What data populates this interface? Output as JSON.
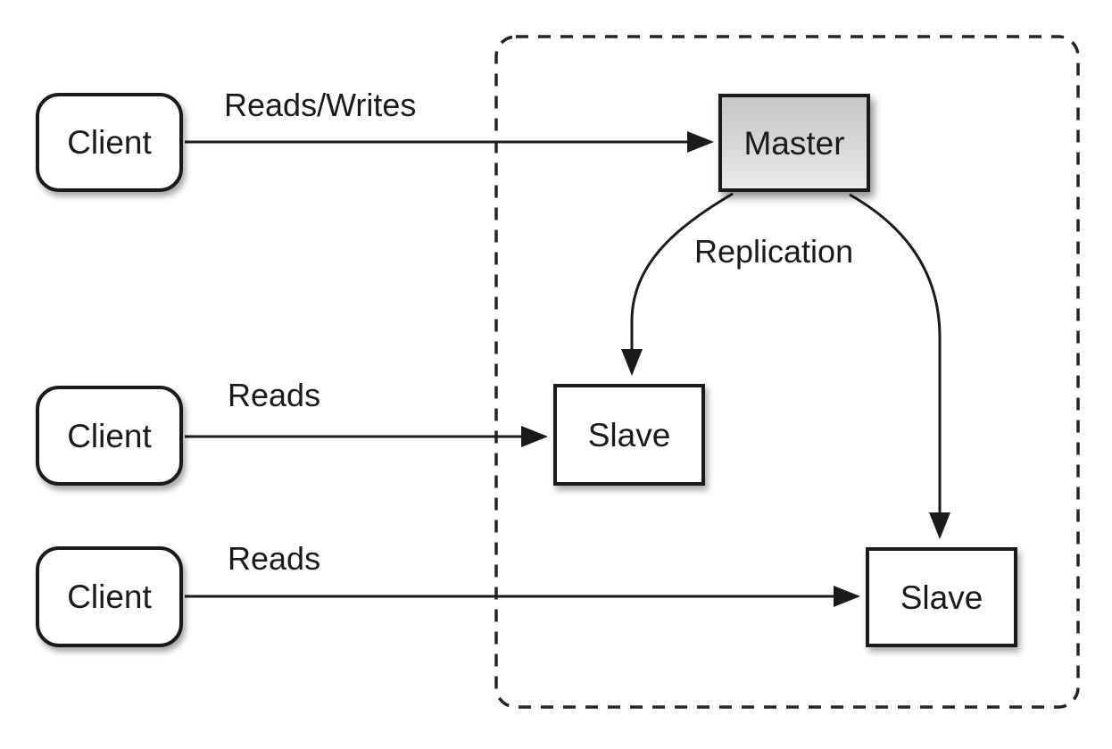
{
  "diagram": {
    "nodes": {
      "client_top": "Client",
      "client_middle": "Client",
      "client_bottom": "Client",
      "master": "Master",
      "slave_left": "Slave",
      "slave_right": "Slave"
    },
    "edges": {
      "reads_writes": "Reads/Writes",
      "reads_middle": "Reads",
      "reads_bottom": "Reads",
      "replication": "Replication"
    },
    "colors": {
      "stroke": "#1a1a1a",
      "node_fill": "#ffffff",
      "master_fill_top": "#c6c6c6",
      "master_fill_bottom": "#ebebeb",
      "background": "#ffffff"
    }
  }
}
